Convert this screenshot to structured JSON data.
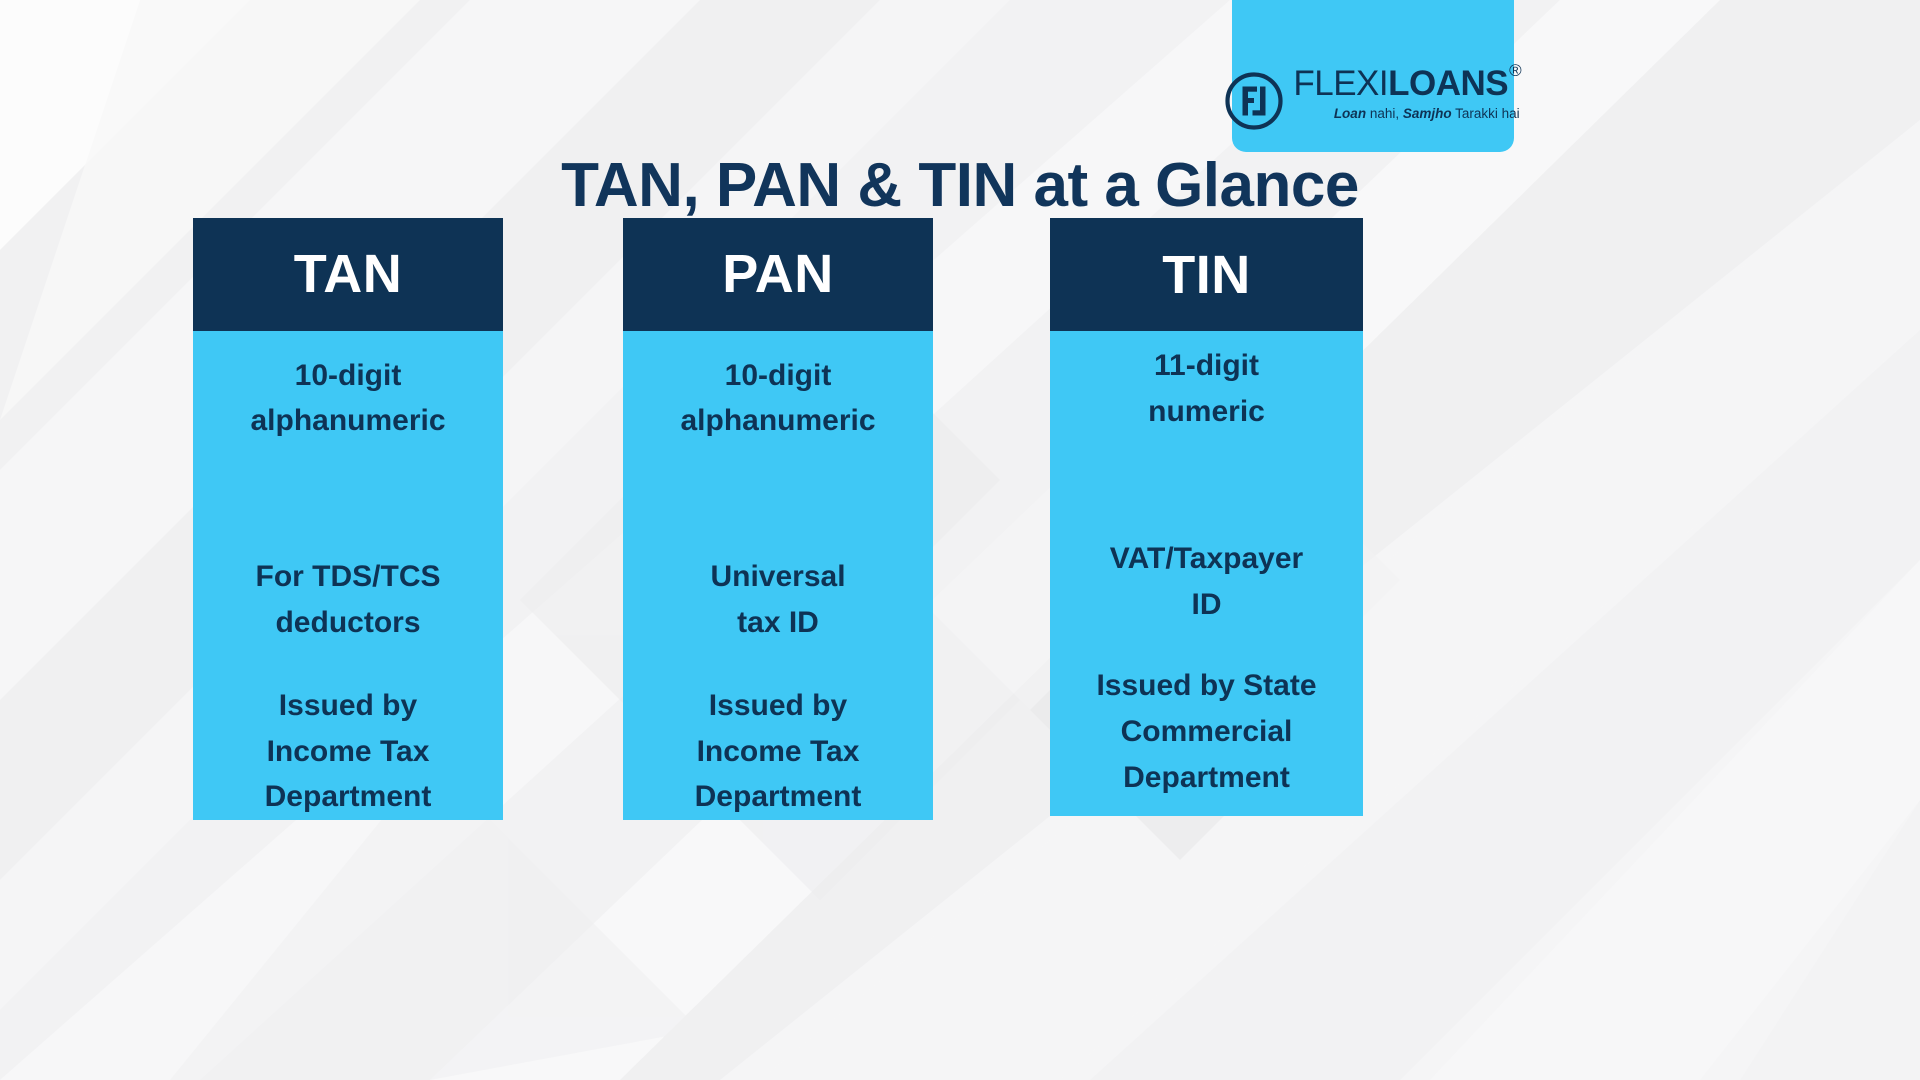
{
  "title": "TAN, PAN & TIN at a Glance",
  "logo": {
    "mark_icon": "flexiloans-fj-monogram-icon",
    "word_light": "FLEXI",
    "word_bold": "LOANS",
    "registered_mark": "®",
    "tagline_part1": "Loan",
    "tagline_part2": " nahi, ",
    "tagline_part3": "Samjho",
    "tagline_part4": " Tarakki hai"
  },
  "colors": {
    "navy": "#0e3355",
    "title_navy": "#11355b",
    "cyan": "#3fc8f5",
    "background": "#f5f5f6",
    "header_text": "#ffffff"
  },
  "cards": [
    {
      "header": "TAN",
      "line_1": "10-digit\nalphanumeric",
      "line_2": "For TDS/TCS\ndeductors",
      "line_3": "Issued by\nIncome Tax\nDepartment"
    },
    {
      "header": "PAN",
      "line_1": "10-digit\nalphanumeric",
      "line_2": "Universal\ntax ID",
      "line_3": "Issued by\nIncome Tax\nDepartment"
    },
    {
      "header": "TIN",
      "line_1": "11-digit\nnumeric",
      "line_2": "VAT/Taxpayer\nID",
      "line_3": "Issued by State\nCommercial\nDepartment"
    }
  ]
}
